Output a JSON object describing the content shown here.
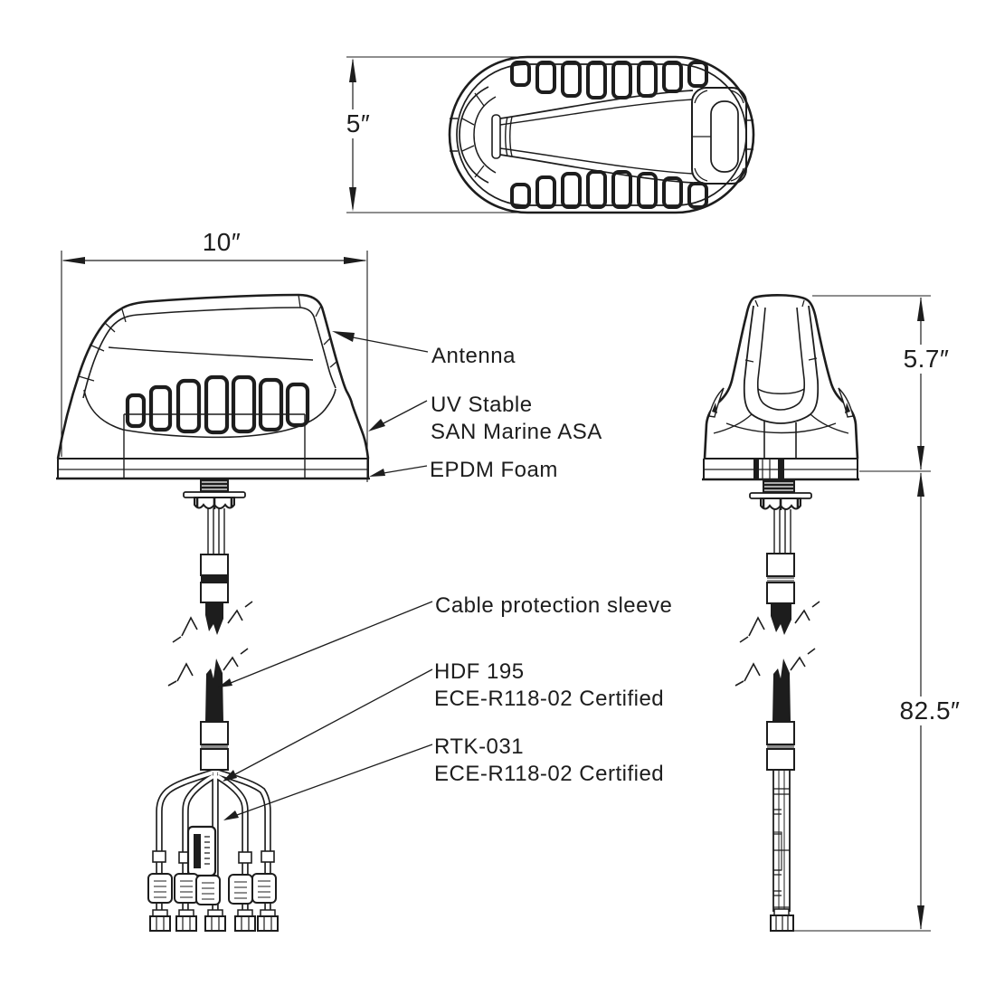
{
  "page": {
    "background": "#ffffff",
    "line_color": "#1d1d1d",
    "content": "Shark-fin MIMO antenna dimensional line drawing with top, side and rear views"
  },
  "dimensions": {
    "top_view_height": {
      "label": "5″"
    },
    "side_view_width": {
      "label": "10″"
    },
    "rear_view_height": {
      "label": "5.7″"
    },
    "cable_length": {
      "label": "82.5″"
    }
  },
  "callouts": {
    "antenna": {
      "line1": "Antenna"
    },
    "housing": {
      "line1": "UV Stable",
      "line2": "SAN Marine ASA"
    },
    "gasket": {
      "line1": "EPDM Foam"
    },
    "sleeve": {
      "line1": "Cable protection sleeve"
    },
    "main_cable": {
      "line1": "HDF 195",
      "line2": "ECE-R118-02 Certified"
    },
    "branch_cable": {
      "line1": "RTK-031",
      "line2": "ECE-R118-02 Certified"
    }
  }
}
